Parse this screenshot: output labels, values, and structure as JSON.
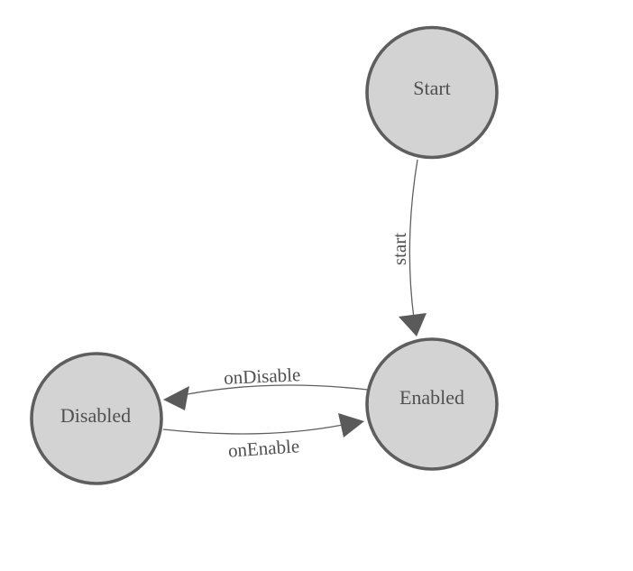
{
  "diagram": {
    "kind": "state-diagram",
    "colors": {
      "background": "#ffffff",
      "node_fill": "#d3d3d3",
      "node_stroke": "#5e5e5e",
      "edge_stroke": "#606060",
      "arrow_fill": "#5a5a5a",
      "label_color": "#505050"
    },
    "nodes": [
      {
        "id": "start",
        "label": "Start"
      },
      {
        "id": "enabled",
        "label": "Enabled"
      },
      {
        "id": "disabled",
        "label": "Disabled"
      }
    ],
    "edges": [
      {
        "from": "Start",
        "to": "Enabled",
        "label": "start"
      },
      {
        "from": "Enabled",
        "to": "Disabled",
        "label": "onDisable"
      },
      {
        "from": "Disabled",
        "to": "Enabled",
        "label": "onEnable"
      }
    ]
  }
}
